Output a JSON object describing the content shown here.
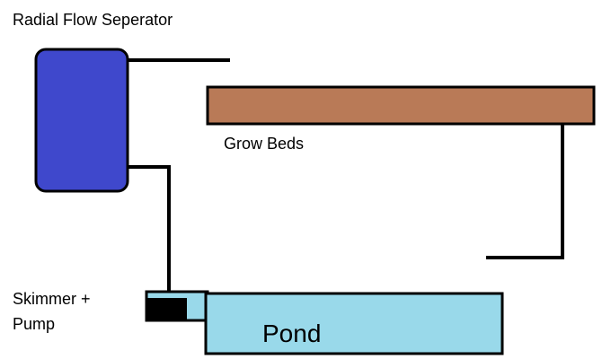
{
  "labels": {
    "separator": "Radial Flow Seperator",
    "grow_beds": "Grow Beds",
    "skimmer_line1": "Skimmer +",
    "skimmer_line2": "Pump",
    "pond": "Pond"
  },
  "colors": {
    "separator_fill": "#3f48cc",
    "grow_beds_fill": "#b97a57",
    "pond_fill": "#99d9ea",
    "pump_fill": "#000000",
    "pipe": "#000000"
  }
}
